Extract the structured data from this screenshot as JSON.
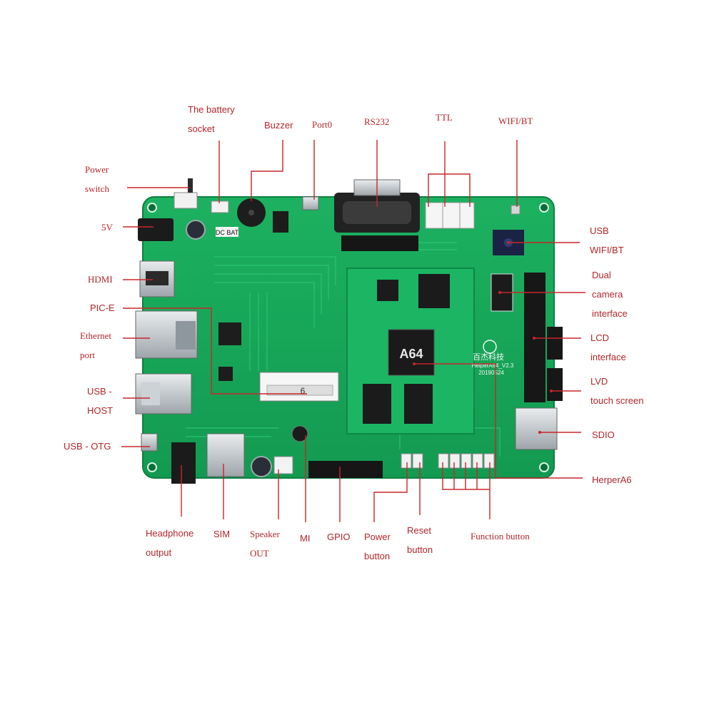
{
  "diagram": {
    "board": {
      "chip_label": "A64",
      "module_brand": "百杰科技",
      "module_name": "HelperA64_V2.3",
      "module_date": "20190524",
      "slot_number": "6",
      "dc_bat_label": "DC BAT"
    },
    "colors": {
      "pcb": "#18a45a",
      "pcb_edge": "#0f7f42",
      "module": "#1bb564",
      "leader": "#c8262b",
      "label_text": "#b3262a"
    },
    "labels": {
      "battery_socket": [
        "The battery",
        "socket"
      ],
      "buzzer": "Buzzer",
      "port0": "Port0",
      "rs232": "RS232",
      "ttl": "TTL",
      "wifi_bt": "WIFI/BT",
      "power_switch": [
        "Power",
        "switch"
      ],
      "five_v": "5V",
      "hdmi": "HDMI",
      "pic_e": "PIC-E",
      "ethernet": [
        "Ethernet",
        "port"
      ],
      "usb_host": [
        "USB -",
        "HOST"
      ],
      "usb_otg": "USB - OTG",
      "usb_wifi_bt": [
        "USB",
        "WIFI/BT"
      ],
      "dual_camera": [
        "Dual",
        "camera",
        "interface"
      ],
      "lcd": [
        "LCD",
        "interface"
      ],
      "lvd": [
        "LVD",
        "touch screen"
      ],
      "sdio": "SDIO",
      "herpera6": "HerperA6",
      "headphone": [
        "Headphone",
        "output"
      ],
      "sim": "SIM",
      "speaker": [
        "Speaker",
        "OUT"
      ],
      "mi": "MI",
      "gpio": "GPIO",
      "power_button": [
        "Power",
        "button"
      ],
      "reset_button": [
        "Reset",
        "button"
      ],
      "function_button": "Function button"
    }
  }
}
